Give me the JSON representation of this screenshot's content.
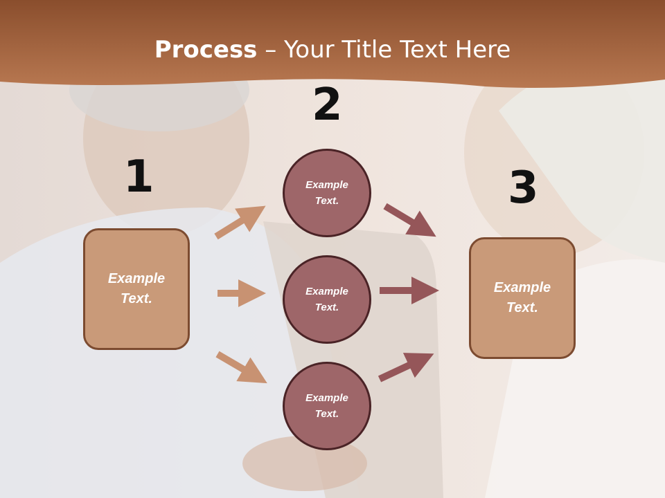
{
  "header": {
    "title_bold": "Process",
    "title_rest": " – Your Title Text Here",
    "band_color": "#9a5a33"
  },
  "steps": {
    "step1_number": "1",
    "step2_number": "2",
    "step3_number": "3"
  },
  "boxes": {
    "left_line1": "Example",
    "left_line2": "Text.",
    "right_line1": "Example",
    "right_line2": "Text."
  },
  "circles": [
    {
      "line1": "Example",
      "line2": "Text."
    },
    {
      "line1": "Example",
      "line2": "Text."
    },
    {
      "line1": "Example",
      "line2": "Text."
    }
  ],
  "colors": {
    "box_fill": "#c99a79",
    "circle_fill": "#9e6669",
    "left_arrow": "#c89272",
    "right_arrow": "#955659"
  }
}
